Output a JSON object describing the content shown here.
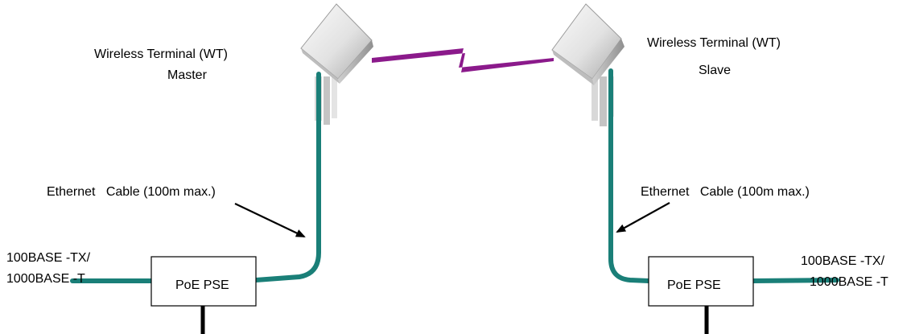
{
  "colors": {
    "cable": "#1a7f78",
    "wireless_link": "#8b1a8b",
    "power_line": "#000000",
    "box_border": "#000000"
  },
  "master": {
    "title": "Wireless Terminal (WT)",
    "role": "Master",
    "cable_label": "Ethernet   Cable (100m max.)",
    "pse_label": "PoE PSE",
    "port_line1": "100BASE -TX/",
    "port_line2": "1000BASE -T"
  },
  "slave": {
    "title": "Wireless Terminal (WT)",
    "role": "Slave",
    "cable_label": "Ethernet   Cable (100m max.)",
    "pse_label": "PoE PSE",
    "port_line1": "100BASE -TX/",
    "port_line2": "1000BASE -T"
  },
  "icons": {
    "antenna": "antenna-icon",
    "wireless_link": "lightning-bolt-icon",
    "arrow": "arrow-icon"
  }
}
